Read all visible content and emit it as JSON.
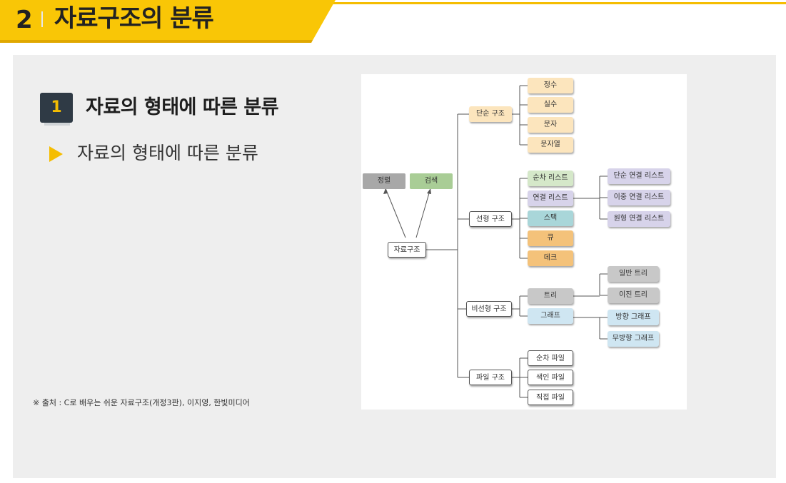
{
  "header": {
    "number": "2",
    "title": "자료구조의 분류"
  },
  "section": {
    "number": "1",
    "title": "자료의 형태에 따른 분류"
  },
  "bullet": "자료의 형태에 따른 분류",
  "source": "※ 출처 : C로 배우는 쉬운 자료구조(개정3판), 이지영, 한빛미디어",
  "colors": {
    "accent": "#f5bd02",
    "badge": "#2f3a45",
    "panel": "#eeeeee"
  },
  "diagram": {
    "root": "자료구조",
    "ops": {
      "sort": "정렬",
      "search": "검색"
    },
    "categories": {
      "simple": "단순 구조",
      "linear": "선형 구조",
      "nonlinear": "비선형 구조",
      "file": "파일 구조"
    },
    "simple_items": [
      "정수",
      "실수",
      "문자",
      "문자열"
    ],
    "linear_items": [
      "순차 리스트",
      "연결 리스트",
      "스택",
      "큐",
      "데크"
    ],
    "linked_items": [
      "단순 연결 리스트",
      "이중 연결 리스트",
      "원형 연결 리스트"
    ],
    "nonlinear_items": [
      "트리",
      "그래프"
    ],
    "tree_items": [
      "일반 트리",
      "이진 트리"
    ],
    "graph_items": [
      "방향 그래프",
      "무방향 그래프"
    ],
    "file_items": [
      "순차 파일",
      "색인 파일",
      "직접 파일"
    ]
  }
}
